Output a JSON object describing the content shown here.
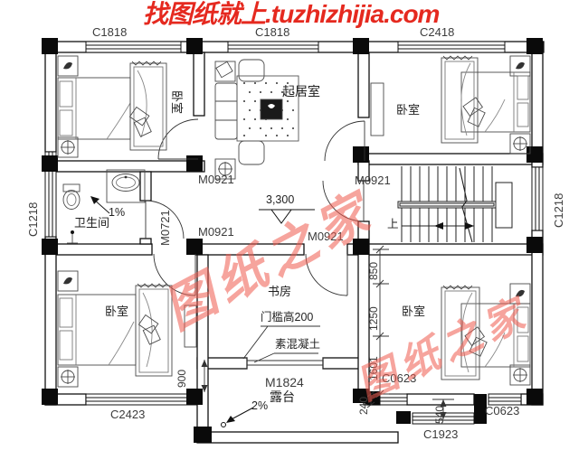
{
  "watermarks": {
    "top": "找图纸就上.tuzhizhijia.com",
    "diagonal": "图纸之家"
  },
  "rooms": {
    "bedroom": "卧室",
    "living_room": "起居室",
    "bathroom": "卫生间",
    "study": "书房",
    "terrace": "露台"
  },
  "windows": {
    "c1818": "C1818",
    "c2418": "C2418",
    "c1218": "C1218",
    "c2423": "C2423",
    "c1923": "C1923",
    "c0623": "C0623"
  },
  "doors": {
    "m0921": "M0921",
    "m0721": "M0721",
    "m1824": "M1824"
  },
  "annotations": {
    "up": "上",
    "slope_bath": "1%",
    "slope_terrace": "2%",
    "floor_level": "3,300",
    "threshold": "门槛高200",
    "concrete": "素混凝土"
  },
  "dimensions": {
    "d850": "850",
    "d1250": "1250",
    "d1601": "1601",
    "d900": "900",
    "d540": "540",
    "d240": "240"
  },
  "colors": {
    "watermark_red": "#e3170d",
    "line_black": "#111111",
    "label_gray": "#3c3c3c"
  }
}
